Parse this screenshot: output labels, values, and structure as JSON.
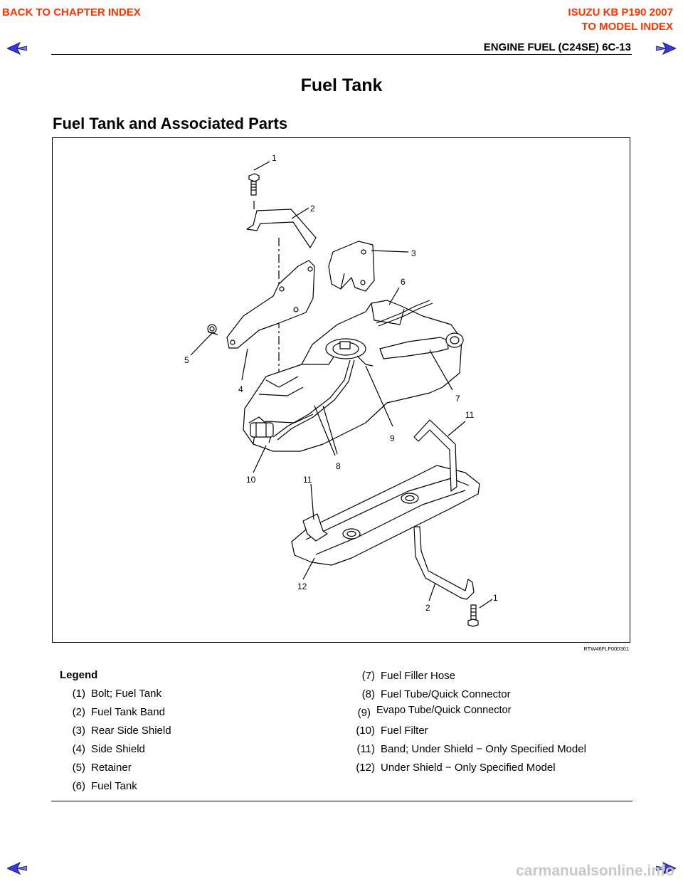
{
  "nav": {
    "back_chapter": "BACK TO CHAPTER INDEX",
    "model_title": "ISUZU KB P190 2007",
    "back_model": "TO MODEL INDEX",
    "arrow_color": "#3333cc"
  },
  "header": {
    "section": "ENGINE FUEL (C24SE)  6C-13"
  },
  "page_title": "Fuel Tank",
  "section_title": "Fuel Tank and Associated Parts",
  "figure": {
    "figure_id": "RTW46FLF000301",
    "callouts": [
      "1",
      "2",
      "3",
      "6",
      "5",
      "4",
      "7",
      "11",
      "9",
      "8",
      "10",
      "11",
      "12",
      "2",
      "1"
    ]
  },
  "legend": {
    "heading": "Legend",
    "left": [
      {
        "num": "(1)",
        "text": "Bolt; Fuel Tank"
      },
      {
        "num": "(2)",
        "text": "Fuel Tank Band"
      },
      {
        "num": "(3)",
        "text": "Rear Side Shield"
      },
      {
        "num": "(4)",
        "text": "Side Shield"
      },
      {
        "num": "(5)",
        "text": "Retainer"
      },
      {
        "num": "(6)",
        "text": "Fuel Tank"
      }
    ],
    "right": [
      {
        "num": "(7)",
        "text": "Fuel Filler Hose"
      },
      {
        "num": "(8)",
        "text": "Fuel Tube/Quick Connector"
      },
      {
        "num": "(9)",
        "text": "Evapo Tube/Quick Connector"
      },
      {
        "num": "(10)",
        "text": "Fuel Filter"
      },
      {
        "num": "(11)",
        "text": "Band; Under Shield − Only Specified Model"
      },
      {
        "num": "(12)",
        "text": "Under Shield − Only Specified Model"
      }
    ]
  },
  "watermark": "carmanualsonline.info"
}
